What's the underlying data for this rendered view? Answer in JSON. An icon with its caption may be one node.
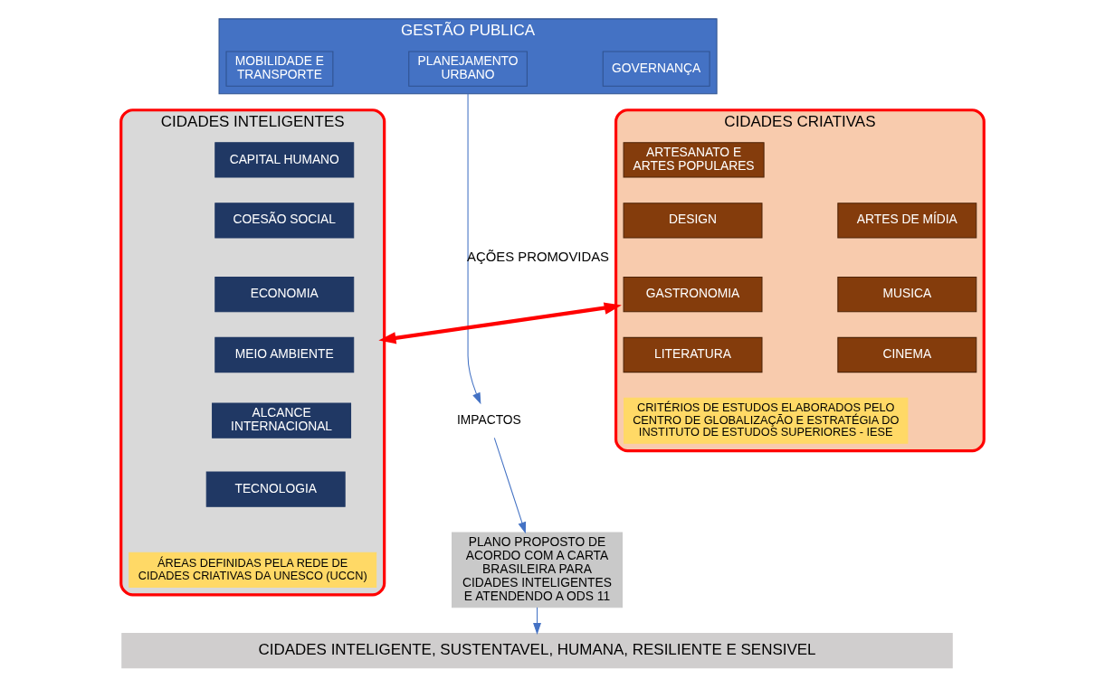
{
  "diagram": {
    "nodes": [
      {
        "text": [
          "GESTÃO PUBLICA"
        ]
      },
      {
        "text": [
          "GOVERNANÇA"
        ],
        "in": 0
      },
      {
        "text": [
          "PLANEJAMENTO URBANO"
        ],
        "in": 0
      },
      {
        "text": [
          "MOBILIDADE E TRANSPORTE"
        ],
        "in": 0
      },
      {
        "text": [
          "CIDADES INTELIGENTES"
        ]
      },
      {
        "text": [
          "CAPITAL HUMANO"
        ],
        "in": 4
      },
      {
        "text": [
          "COESÃO SOCIAL"
        ],
        "in": 4
      },
      {
        "text": [
          "ECONOMIA"
        ],
        "in": 4
      },
      {
        "text": [
          "MEIO AMBIENTE"
        ],
        "in": 4
      },
      {
        "text": [
          "ALCANCE INTERNACIONAL"
        ],
        "in": 4
      },
      {
        "text": [
          "TECNOLOGIA"
        ],
        "in": 4
      },
      {
        "text": [
          "ÁREAS DEFINIDAS PELA REDE DE CIDADES CRIATIVAS DA UNESCO (UCCN)"
        ],
        "in": 4
      },
      {
        "text": [
          "CIDADES CRIATIVAS"
        ]
      },
      {
        "text": [
          "ARTESANATO E ARTES POPULARES"
        ],
        "in": 12
      },
      {
        "text": [
          "DESIGN"
        ],
        "in": 12
      },
      {
        "text": [
          "ARTES DE MÍDIA"
        ],
        "in": 12
      },
      {
        "text": [
          "GASTRONOMIA"
        ],
        "in": 12
      },
      {
        "text": [
          "MUSICA"
        ],
        "in": 12
      },
      {
        "text": [
          "LITERATURA"
        ],
        "in": 12
      },
      {
        "text": [
          "CINEMA"
        ],
        "in": 12
      },
      {
        "text": [
          "CRITÉRIOS DE ESTUDOS ELABORADOS PELO CENTRO DE GLOBALIZAÇÃO E ESTRATÉGIA DO INSTITUTO DE ESTUDOS SUPERIORES - IESE"
        ],
        "in": 12
      },
      {
        "text": [
          "IMPACTOS"
        ]
      },
      {
        "text": [
          "PLANO PROPOSTO DE ACORDO COM A CARTA BRASILEIRA PARA CIDADES INTELIGENTES E ATENDENDO A ODS 11"
        ]
      },
      {
        "text": [
          "CIDADES INTELIGENTE, SUSTENTAVEL, HUMANA, RESILIENTE E SENSIVEL"
        ]
      }
    ],
    "edges": [
      {
        "from": 0,
        "to": 21,
        "arrow": "to",
        "label": "AÇÕES PROMOVIDAS"
      },
      {
        "from": 4,
        "to": 12,
        "arrow": "both",
        "style": "thick",
        "color": "#ff0000"
      },
      {
        "from": 21,
        "to": 22,
        "arrow": "to"
      },
      {
        "from": 22,
        "to": 23,
        "arrow": "to"
      }
    ]
  }
}
